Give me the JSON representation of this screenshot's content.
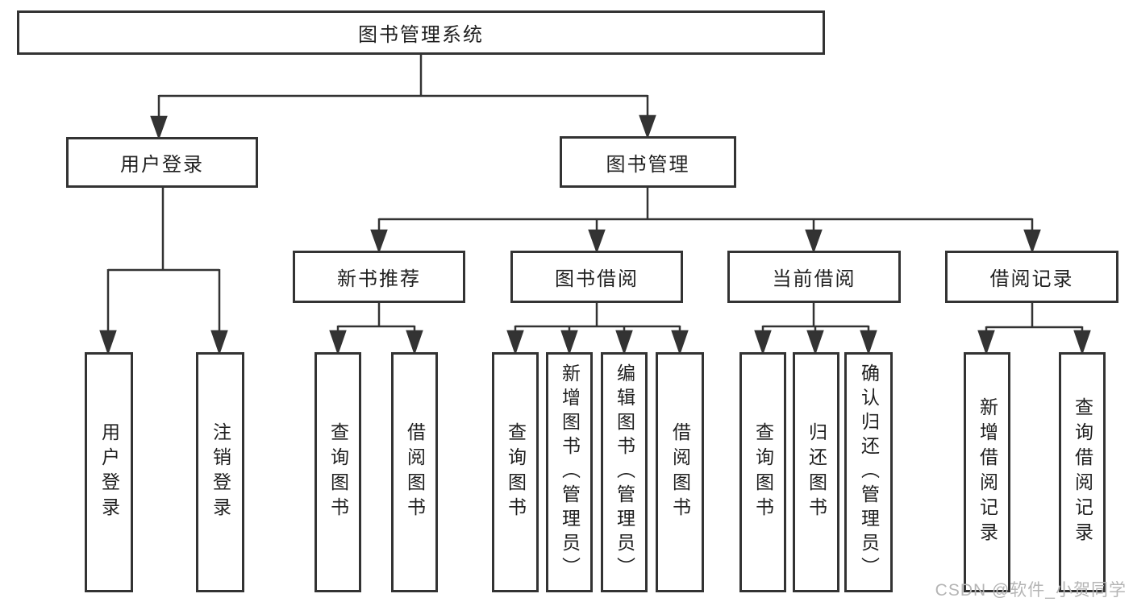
{
  "tree": {
    "root": "图书管理系统",
    "branches": [
      {
        "label": "用户登录",
        "children": [
          "用户登录",
          "注销登录"
        ]
      },
      {
        "label": "图书管理",
        "sections": [
          {
            "label": "新书推荐",
            "children": [
              "查询图书",
              "借阅图书"
            ]
          },
          {
            "label": "图书借阅",
            "children": [
              "查询图书",
              "新增图书（管理员）",
              "编辑图书（管理员）",
              "借阅图书"
            ]
          },
          {
            "label": "当前借阅",
            "children": [
              "查询图书",
              "归还图书",
              "确认归还（管理员）"
            ]
          },
          {
            "label": "借阅记录",
            "children": [
              "新增借阅记录",
              "查询借阅记录"
            ]
          }
        ]
      }
    ]
  },
  "watermark": {
    "text": "CSDN @软件_小贺同学",
    "color": "#b5b5b5"
  },
  "colors": {
    "line": "#333333",
    "box_border": "#333333",
    "box_fill": "#ffffff",
    "text": "#1f1f1f",
    "background": "#ffffff"
  }
}
